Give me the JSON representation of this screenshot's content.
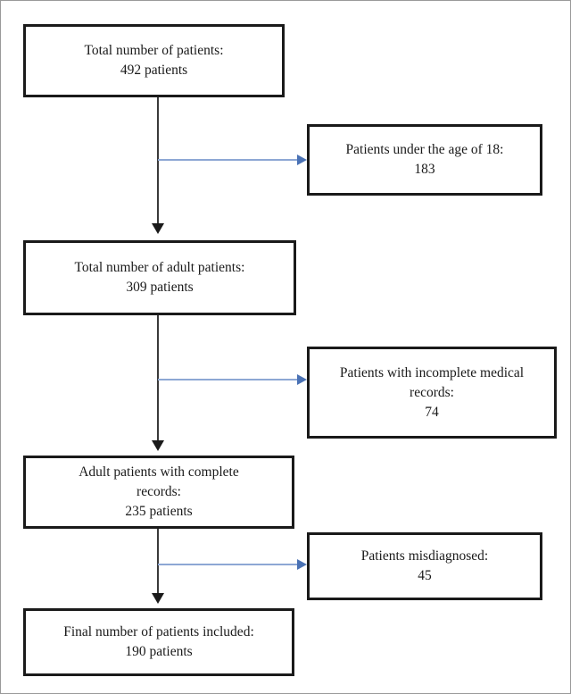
{
  "figure": {
    "type": "flowchart",
    "orientation": "top-to-bottom with right-side exclusion branches",
    "colors": {
      "box_border": "#1a1a1a",
      "box_fill": "#ffffff",
      "text": "#1a1a1a",
      "vertical_arrow": "#1a1a1a",
      "branch_arrow": "#8da7d4",
      "branch_arrowhead": "#4a72b5",
      "outer_frame": "#9a9a9a"
    }
  },
  "nodes": {
    "total_patients": {
      "label": "Total number of patients:",
      "value": "492 patients",
      "count": 492,
      "text": "Total number of patients:\n492 patients"
    },
    "under_18": {
      "label": "Patients under the age of 18:",
      "value": "183",
      "count": 183,
      "text": "Patients under the age of 18:\n183"
    },
    "adult_patients": {
      "label": "Total number of adult patients:",
      "value": "309 patients",
      "count": 309,
      "text": "Total number of adult patients:\n309 patients"
    },
    "incomplete_records": {
      "label": "Patients with incomplete medical records:",
      "value": "74",
      "count": 74,
      "text": "Patients with incomplete medical\nrecords:\n74"
    },
    "complete_records": {
      "label": "Adult patients with complete records:",
      "value": "235 patients",
      "count": 235,
      "text": "Adult patients with complete\nrecords:\n235 patients"
    },
    "misdiagnosed": {
      "label": "Patients misdiagnosed:",
      "value": "45",
      "count": 45,
      "text": "Patients misdiagnosed:\n45"
    },
    "final_included": {
      "label": "Final number of patients included:",
      "value": "190 patients",
      "count": 190,
      "text": "Final number of patients included:\n190 patients"
    }
  },
  "chart_data": {
    "type": "flowchart",
    "title": "",
    "steps": [
      {
        "id": "total_patients",
        "stage": "included",
        "label": "Total number of patients",
        "n": 492
      },
      {
        "id": "under_18",
        "stage": "excluded",
        "label": "Patients under the age of 18",
        "n": 183
      },
      {
        "id": "adult_patients",
        "stage": "included",
        "label": "Total number of adult patients",
        "n": 309
      },
      {
        "id": "incomplete_records",
        "stage": "excluded",
        "label": "Patients with incomplete medical records",
        "n": 74
      },
      {
        "id": "complete_records",
        "stage": "included",
        "label": "Adult patients with complete records",
        "n": 235
      },
      {
        "id": "misdiagnosed",
        "stage": "excluded",
        "label": "Patients misdiagnosed",
        "n": 45
      },
      {
        "id": "final_included",
        "stage": "included",
        "label": "Final number of patients included",
        "n": 190
      }
    ],
    "edges": [
      {
        "from": "total_patients",
        "to": "under_18",
        "kind": "exclusion"
      },
      {
        "from": "total_patients",
        "to": "adult_patients",
        "kind": "flow"
      },
      {
        "from": "adult_patients",
        "to": "incomplete_records",
        "kind": "exclusion"
      },
      {
        "from": "adult_patients",
        "to": "complete_records",
        "kind": "flow"
      },
      {
        "from": "complete_records",
        "to": "misdiagnosed",
        "kind": "exclusion"
      },
      {
        "from": "complete_records",
        "to": "final_included",
        "kind": "flow"
      }
    ]
  }
}
